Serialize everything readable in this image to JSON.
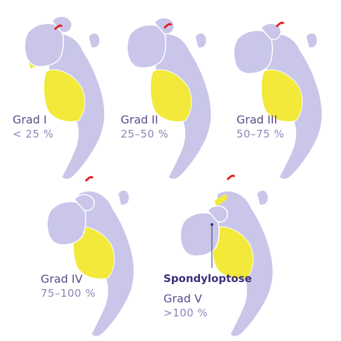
{
  "colors": {
    "bone": "#c9c6ea",
    "bone_light": "#dedcf4",
    "bone_stroke": "#ffffff",
    "disc": "#f2e93a",
    "joint": "#e02020",
    "title_text": "#5a4a8a",
    "value_text": "#8c85b8",
    "emphasis_text": "#3c2f7a"
  },
  "grades": [
    {
      "name": "Grad I",
      "value": "< 25 %"
    },
    {
      "name": "Grad II",
      "value": "25–50 %"
    },
    {
      "name": "Grad III",
      "value": "50–75 %"
    },
    {
      "name": "Grad IV",
      "value": "75–100 %"
    },
    {
      "name": "Grad V",
      "value": ">100 %",
      "term": "Spondyloptose"
    }
  ]
}
